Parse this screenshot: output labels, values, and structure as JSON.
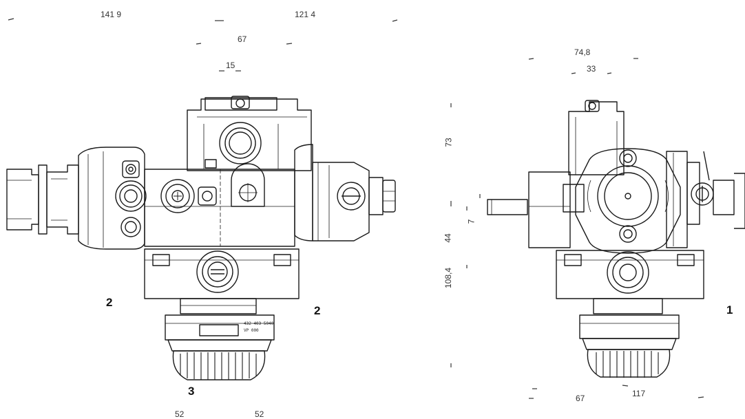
{
  "dimensions": {
    "d_141_9": "141 9",
    "d_121_4": "121 4",
    "d_67_top": "67",
    "d_15": "15",
    "d_74_8": "74,8",
    "d_33": "33",
    "d_73": "73",
    "d_7": "7",
    "d_44": "44",
    "d_108_4": "108,4",
    "d_67_bottom": "67",
    "d_117": "117",
    "d_52_left": "52",
    "d_52_right": "52"
  },
  "ports": {
    "port_2_left": "2",
    "port_2_right": "2",
    "port_3": "3",
    "port_1": "1"
  },
  "part_marks": {
    "front_code": "432 403 5040",
    "front_code2": "VP 000"
  }
}
